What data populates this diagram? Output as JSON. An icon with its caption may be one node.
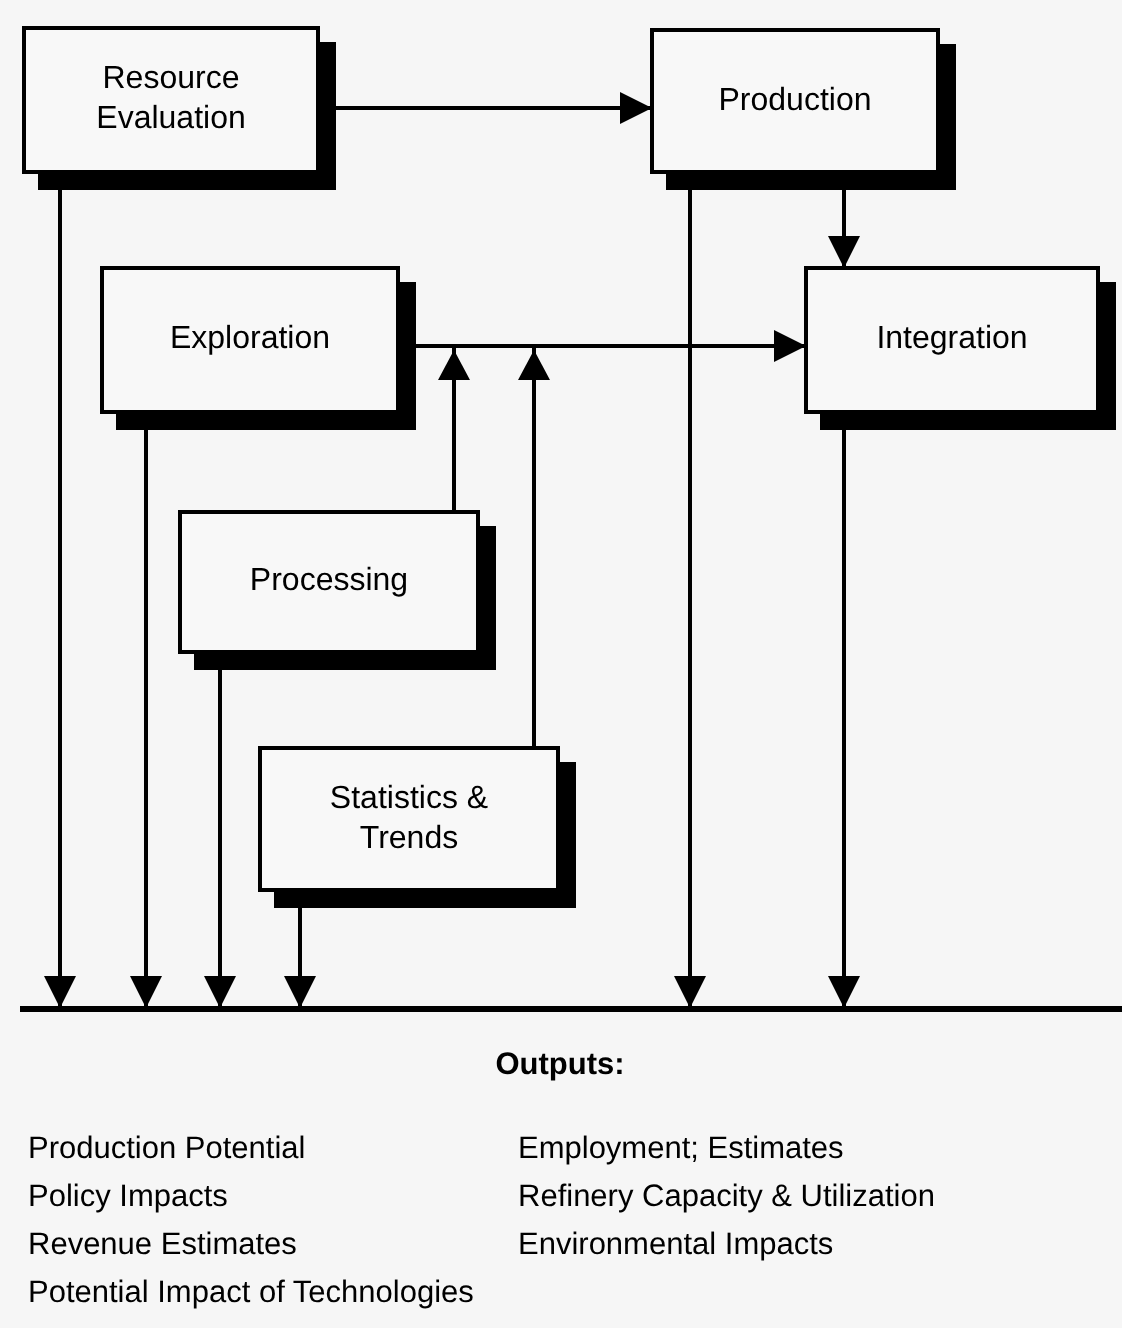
{
  "diagram": {
    "nodes": [
      {
        "text": [
          "Resource Evaluation"
        ]
      },
      {
        "text": [
          "Production"
        ]
      },
      {
        "text": [
          "Exploration"
        ]
      },
      {
        "text": [
          "Integration"
        ]
      },
      {
        "text": [
          "Processing"
        ]
      },
      {
        "text": [
          "Statistics & Trends"
        ]
      },
      {
        "text": [],
        "shape": "bar"
      }
    ],
    "edges": [
      {
        "from": 0,
        "to": 1,
        "arrow": "to"
      },
      {
        "from": 1,
        "to": 3,
        "arrow": "to"
      },
      {
        "from": 2,
        "to": 3,
        "arrow": "to"
      },
      {
        "from": 4,
        "to": 3,
        "arrow": "to"
      },
      {
        "from": 5,
        "to": 3,
        "arrow": "to"
      },
      {
        "from": 0,
        "to": 6,
        "arrow": "to"
      },
      {
        "from": 2,
        "to": 6,
        "arrow": "to"
      },
      {
        "from": 4,
        "to": 6,
        "arrow": "to"
      },
      {
        "from": 5,
        "to": 6,
        "arrow": "to"
      },
      {
        "from": 1,
        "to": 6,
        "arrow": "to"
      },
      {
        "from": 3,
        "to": 6,
        "arrow": "to"
      }
    ],
    "labels": [
      "Outputs:",
      "Production Potential",
      "Employment; Estimates",
      "Policy Impacts",
      "Refinery Capacity & Utilization",
      "Revenue Estimates",
      "Environmental Impacts",
      "Potential Impact of Technologies"
    ]
  }
}
